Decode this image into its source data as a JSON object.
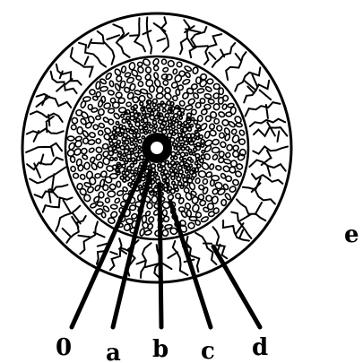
{
  "diagram": {
    "labels": {
      "zero": "0",
      "a": "a",
      "b": "b",
      "c": "c",
      "d": "d",
      "e": "e"
    }
  }
}
